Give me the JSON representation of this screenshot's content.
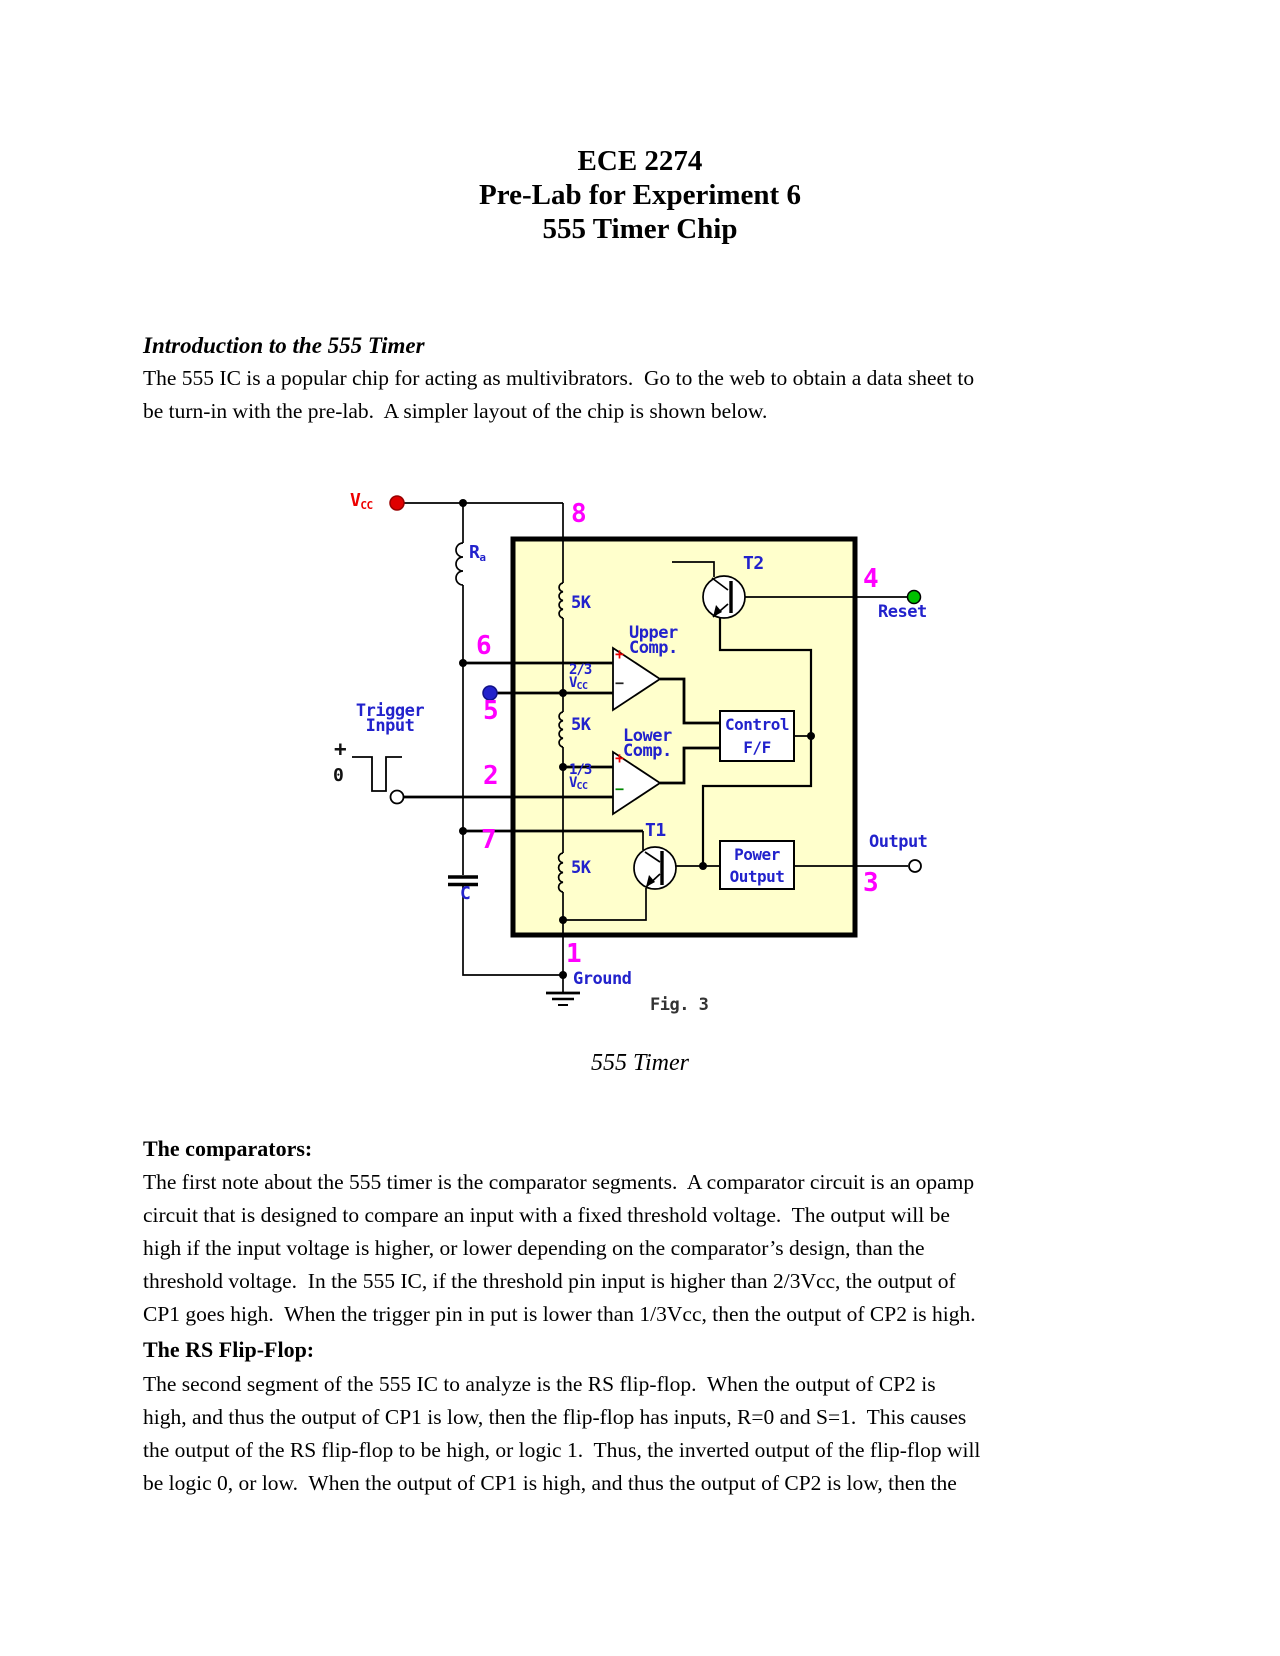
{
  "document": {
    "title_lines": [
      "ECE 2274",
      "Pre-Lab for Experiment 6",
      "555 Timer Chip"
    ],
    "sections": {
      "intro": {
        "heading": "Introduction to the 555 Timer",
        "body": "The 555 IC is a popular chip for acting as multivibrators.  Go to the web to obtain a data sheet to\nbe turn-in with the pre-lab.  A simpler layout of the chip is shown below."
      },
      "comparators": {
        "heading": "The comparators:",
        "body": "The first note about the 555 timer is the comparator segments.  A comparator circuit is an opamp\ncircuit that is designed to compare an input with a fixed threshold voltage.  The output will be\nhigh if the input voltage is higher, or lower depending on the comparator’s design, than the\nthreshold voltage.  In the 555 IC, if the threshold pin input is higher than 2/3Vcc, the output of\nCP1 goes high.  When the trigger pin in put is lower than 1/3Vcc, then the output of CP2 is high."
      },
      "rs_flip_flop": {
        "heading": "The RS Flip-Flop:",
        "body": "The second segment of the 555 IC to analyze is the RS flip-flop.  When the output of CP2 is\nhigh, and thus the output of CP1 is low, then the flip-flop has inputs, R=0 and S=1.  This causes\nthe output of the RS flip-flop to be high, or logic 1.  Thus, the inverted output of the flip-flop will\nbe logic 0, or low.  When the output of CP1 is high, and thus the output of CP2 is low, then the"
      }
    }
  },
  "figure": {
    "caption": "555 Timer",
    "fig_label": "Fig. 3",
    "pins": {
      "p1": "1",
      "p2": "2",
      "p3": "3",
      "p4": "4",
      "p5": "5",
      "p6": "6",
      "p7": "7",
      "p8": "8"
    },
    "labels": {
      "vcc_v": "V",
      "vcc_sub": "CC",
      "ra_r": "R",
      "ra_sub": "a",
      "res_5k": "5K",
      "frac_two_thirds": "2/3",
      "frac_one_third": "1/3",
      "frac_v": "V",
      "frac_v_sub": "CC",
      "upper_comp": "Upper\nComp.",
      "lower_comp": "Lower\nComp.",
      "control_ff": "Control\nF/F",
      "power_output": "Power\nOutput",
      "trigger_input": "Trigger\nInput",
      "plus": "+",
      "zero": "0",
      "comp_plus": "+",
      "comp_minus": "−",
      "t1": "T1",
      "t2": "T2",
      "c": "C",
      "reset": "Reset",
      "output": "Output",
      "ground": "Ground"
    },
    "colors": {
      "chip_fill": "#FFFFCC",
      "label_blue": "#2222CC",
      "pin_magenta": "#FF00FF",
      "vcc_red": "#EE0000",
      "reset_green": "#00C000",
      "minus_green": "#008800"
    }
  }
}
